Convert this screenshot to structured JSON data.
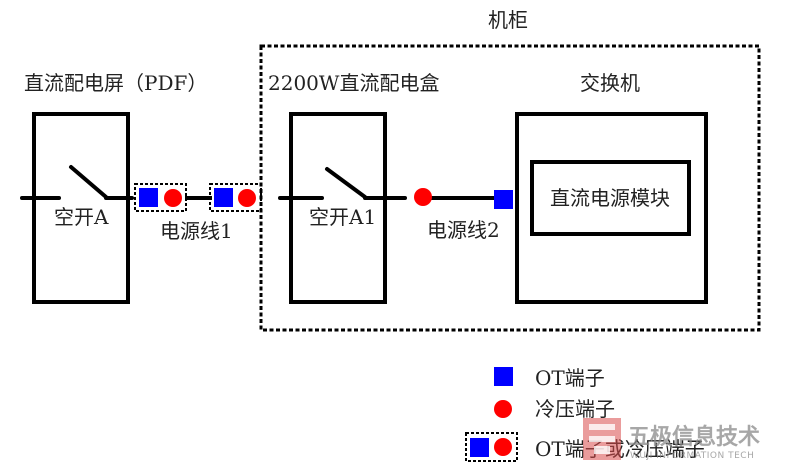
{
  "diagram": {
    "title_cabinet": "机柜",
    "pdf_panel": {
      "title": "直流配电屏（PDF）",
      "breaker_label": "空开A"
    },
    "dc_box": {
      "title": "2200W直流配电盒",
      "breaker_label": "空开A1"
    },
    "switch": {
      "title": "交换机",
      "module_label": "直流电源模块"
    },
    "cables": {
      "cable1_label": "电源线1",
      "cable2_label": "电源线2"
    },
    "legend": {
      "items": [
        {
          "symbol": "blue-square",
          "label": "OT端子"
        },
        {
          "symbol": "red-circle",
          "label": "冷压端子"
        },
        {
          "symbol": "square-and-circle",
          "label": "OT端子或冷压端子"
        }
      ]
    },
    "colors": {
      "ot_terminal": "#0000ff",
      "cold_press_terminal": "#ff0000",
      "line": "#000000"
    },
    "watermark": {
      "title": "五极信息技术",
      "subtitle": "WUJI INFORMATION TECH"
    }
  }
}
